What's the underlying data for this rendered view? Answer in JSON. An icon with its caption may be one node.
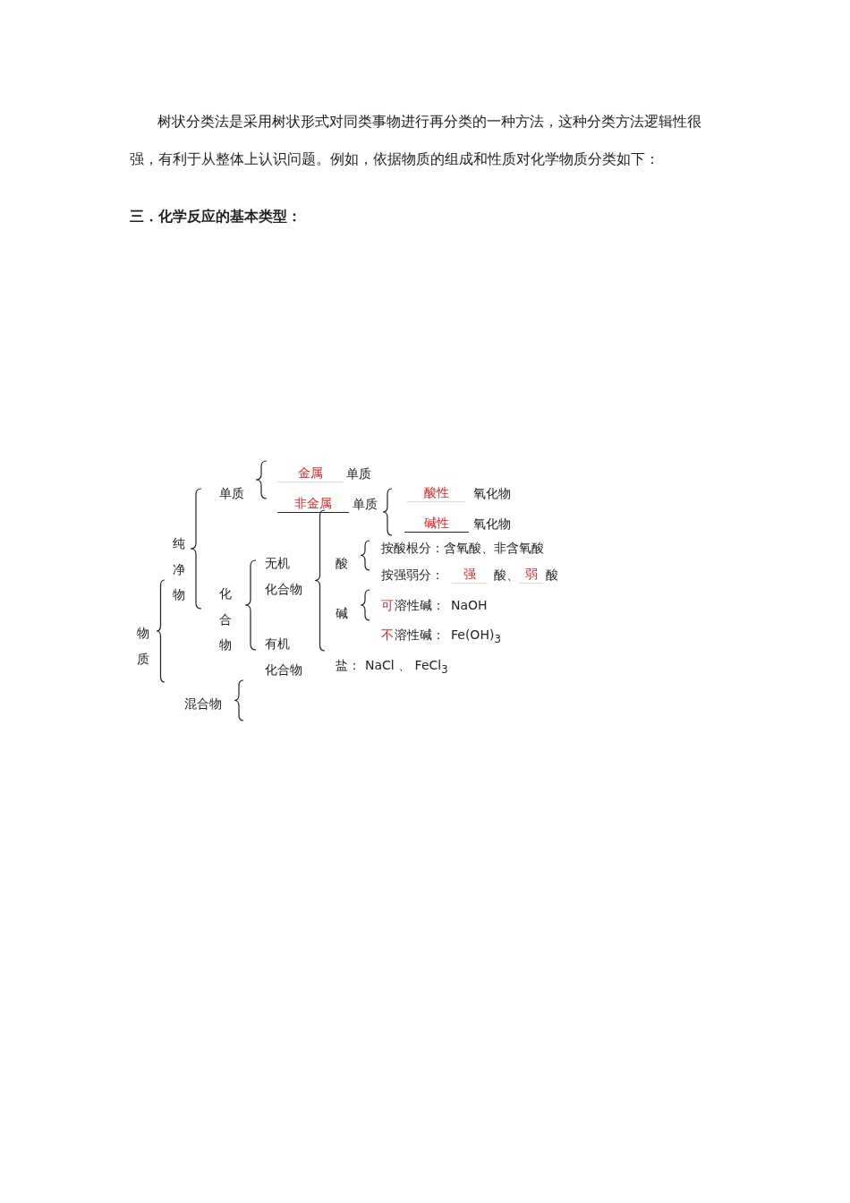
{
  "diagram": {
    "labels": [
      "树状分类法是采用树状形式对同类事物进行再分类的一种方法，这种分类方法逻辑性很强，有利于从整体上认识问题。例如，依据物质的组成和性质对化学物质分类如下：",
      "三．化学反应的基本类型：",
      "金属",
      "单质",
      "单质",
      "非金属",
      "单质",
      "酸性",
      "氧化物",
      "碱性",
      "氧化物",
      "纯净物",
      "无机化合物",
      "酸",
      "按酸根分：含氧酸、非含氧酸",
      "物质",
      "化合物",
      "按强弱分：",
      "强",
      "酸、",
      "弱",
      "酸",
      "碱",
      "可",
      "溶性碱：",
      "NaOH",
      "有机化合物",
      "不",
      "溶性碱：",
      "Fe(OH)$_{3}$",
      "盐：",
      "NaCl 、 FeCl$_{3}$",
      "混合物"
    ]
  }
}
